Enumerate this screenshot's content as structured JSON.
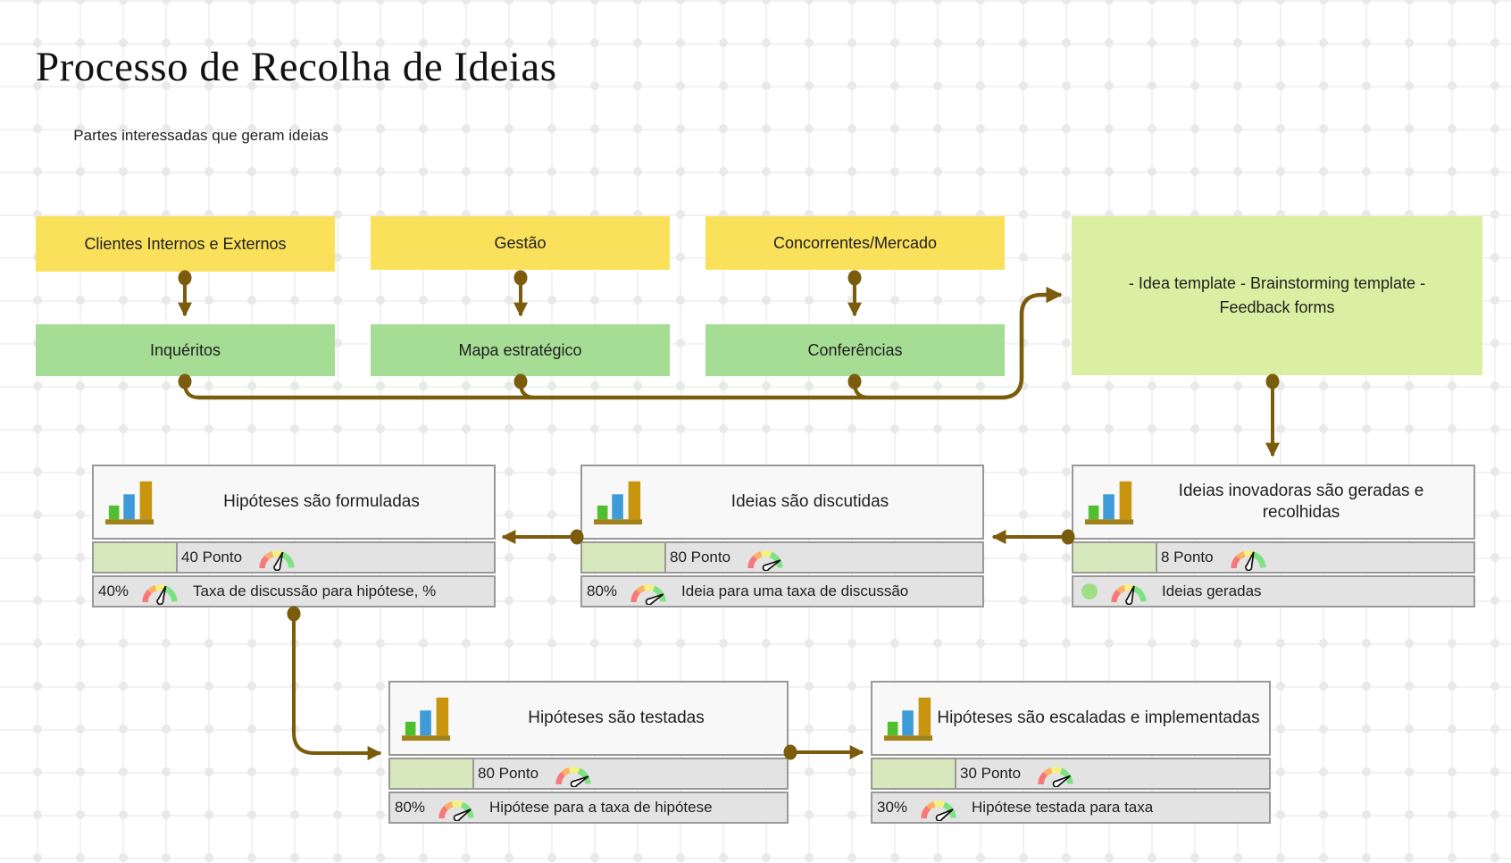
{
  "page": {
    "title": "Processo de Recolha de Ideias",
    "subtitle": "Partes interessadas que geram ideias"
  },
  "sources": [
    {
      "label": "Clientes Internos e Externos"
    },
    {
      "label": "Gestão"
    },
    {
      "label": "Concorrentes/Mercado"
    }
  ],
  "channels": [
    {
      "label": "Inquéritos"
    },
    {
      "label": "Mapa estratégico"
    },
    {
      "label": "Conferências"
    }
  ],
  "templates_note": {
    "label": "- Idea template - Brainstorming template - Feedback forms"
  },
  "kpi": [
    {
      "title": "Hipóteses são formuladas",
      "points": "40 Ponto",
      "points_needle_deg": 20,
      "percent": "40%",
      "percent_needle_deg": 20,
      "metric": "Taxa de discussão para hipótese, %"
    },
    {
      "title": "Ideias são discutidas",
      "points": "80 Ponto",
      "points_needle_deg": 62,
      "percent": "80%",
      "percent_needle_deg": 62,
      "metric": "Ideia para uma taxa de discussão"
    },
    {
      "title": "Ideias inovadoras são geradas e recolhidas",
      "points": "8 Ponto",
      "points_needle_deg": 18,
      "percent_needle_deg": 18,
      "metric": "Ideias geradas"
    },
    {
      "title": "Hipóteses são testadas",
      "points": "80 Ponto",
      "points_needle_deg": 62,
      "percent": "80%",
      "percent_needle_deg": 58,
      "metric": "Hipótese para a taxa de hipótese"
    },
    {
      "title": "Hipóteses são escaladas e implementadas",
      "points": "30 Ponto",
      "points_needle_deg": 60,
      "percent": "30%",
      "percent_needle_deg": 58,
      "metric": "Hipótese testada para taxa"
    }
  ],
  "colors": {
    "source_fill": "#FAE15C",
    "channel_fill": "#A6DD95",
    "note_fill": "#DAEFA1",
    "connector": "#7B5C0D",
    "kpi_row_fill": "#E3E3E3",
    "kpi_progress_fill": "#D6E8BC",
    "kpi_border": "#999999",
    "gauge_red": "#F7787A",
    "gauge_orange": "#FBB163",
    "gauge_yellow": "#F6F07E",
    "gauge_green": "#7DE283",
    "status_dot": "#9FDE85",
    "bar_green": "#4FBF2F",
    "bar_blue": "#3D9BD8",
    "bar_gold": "#C9940E"
  }
}
